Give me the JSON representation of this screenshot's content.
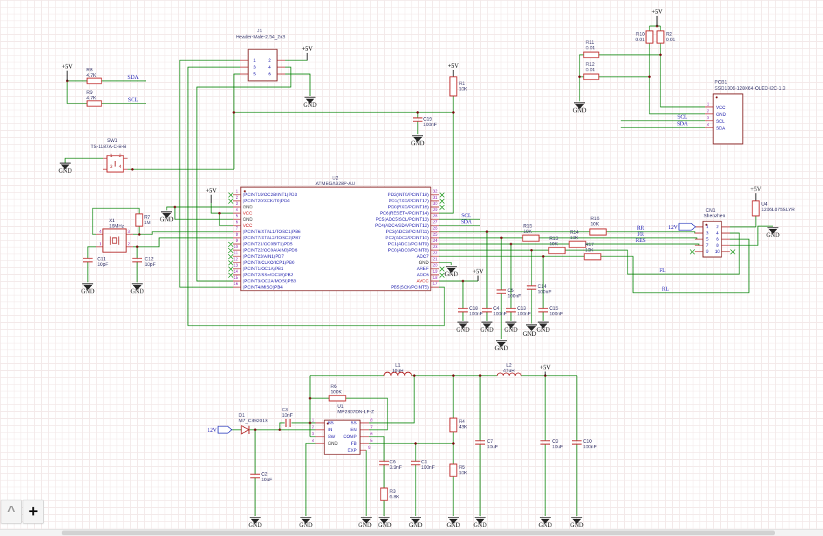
{
  "ui": {
    "collapse_button": "^",
    "zoom_in_button": "+"
  },
  "colors": {
    "wire": "#008000",
    "symbol_outline": "#b52a2a",
    "ic_outline": "#8d2828",
    "pin_name": "#2a2ab0",
    "pin_number": "#9a2fb5",
    "net_label": "#2525b5",
    "power_text": "#1a1a1a",
    "vcc_text": "#cc2222",
    "junction": "#7d1414",
    "no_connect_x": "#3aa63a"
  },
  "power": {
    "p5v": "+5V",
    "gnd": "GND",
    "v12": "12V"
  },
  "nets": {
    "sda": "SDA",
    "scl": "SCL",
    "rr": "RR",
    "fr": "FR",
    "res": "RES",
    "fl": "FL",
    "rl": "RL"
  },
  "components": {
    "r8": {
      "ref": "R8",
      "value": "4.7K"
    },
    "r9": {
      "ref": "R9",
      "value": "4.7K"
    },
    "sw1": {
      "ref": "SW1",
      "value": "TS-1187A-C-B-B",
      "pins": [
        "1",
        "2",
        "3",
        "4"
      ]
    },
    "j1": {
      "ref": "J1",
      "value": "Header-Male-2.54_2x3",
      "pins": [
        "1",
        "2",
        "3",
        "4",
        "5",
        "6"
      ]
    },
    "r1": {
      "ref": "R1",
      "value": "10K"
    },
    "c19": {
      "ref": "C19",
      "value": "100nF"
    },
    "r10": {
      "ref": "R10",
      "value": "0.01"
    },
    "r2": {
      "ref": "R2",
      "value": "0.01"
    },
    "r11": {
      "ref": "R11",
      "value": "0.01"
    },
    "r12": {
      "ref": "R12",
      "value": "0.01"
    },
    "pcb1": {
      "ref": "PCB1",
      "value": "SSD1306-128X64-OLED-I2C-1.3",
      "pins": [
        {
          "num": "1",
          "name": "VCC"
        },
        {
          "num": "2",
          "name": "GND"
        },
        {
          "num": "3",
          "name": "SCL"
        },
        {
          "num": "4",
          "name": "SDA"
        }
      ]
    },
    "u2": {
      "ref": "U2",
      "value": "ATMEGA328P-AU",
      "left_pins": [
        {
          "num": "1",
          "name": "(PCINT19/OC2B/INT1)PD3"
        },
        {
          "num": "2",
          "name": "(PCINT20/XCK/T0)PD4"
        },
        {
          "num": "3",
          "name": "GND"
        },
        {
          "num": "4",
          "name": "VCC"
        },
        {
          "num": "5",
          "name": "GND"
        },
        {
          "num": "6",
          "name": "VCC"
        },
        {
          "num": "7",
          "name": "(PCINT6/XTAL1/TOSC1)PB6"
        },
        {
          "num": "8",
          "name": "(PCINT7/XTAL2/TOSC2)PB7"
        },
        {
          "num": "9",
          "name": "(PCINT21/OC0B/T1)PD5"
        },
        {
          "num": "10",
          "name": "(PCINT22/OC0A/AIN0)PD6"
        },
        {
          "num": "11",
          "name": "(PCINT23/AIN1)PD7"
        },
        {
          "num": "12",
          "name": "(PCINT0/CLKO/ICP1)PB0"
        },
        {
          "num": "13",
          "name": "(PCINT1/OC1A)PB1"
        },
        {
          "num": "14",
          "name": "(PCINT2/SS=/OC1B)PB2"
        },
        {
          "num": "15",
          "name": "(PCINT3/OC2A/MOSI)PB3"
        },
        {
          "num": "16",
          "name": "(PCINT4/MISO)PB4"
        }
      ],
      "right_pins": [
        {
          "num": "32",
          "name": "PD2(INT0/PCINT18)"
        },
        {
          "num": "31",
          "name": "PD1(TXD/PCINT17)"
        },
        {
          "num": "30",
          "name": "PD0(RXD/PCINT16)"
        },
        {
          "num": "29",
          "name": "PC6(RESET=/PCINT14)"
        },
        {
          "num": "28",
          "name": "PC5(ADC5/SCL/PCINT13)"
        },
        {
          "num": "27",
          "name": "PC4(ADC4/SDA/PCINT12)"
        },
        {
          "num": "26",
          "name": "PC3(ADC3/PCINT11)"
        },
        {
          "num": "25",
          "name": "PC2(ADC2/PCINT10)"
        },
        {
          "num": "24",
          "name": "PC1(ADC1/PCINT9)"
        },
        {
          "num": "23",
          "name": "PC0(ADC0/PCINT8)"
        },
        {
          "num": "22",
          "name": "ADC7"
        },
        {
          "num": "21",
          "name": "GND"
        },
        {
          "num": "20",
          "name": "AREF"
        },
        {
          "num": "19",
          "name": "ADC6"
        },
        {
          "num": "18",
          "name": "AVCC"
        },
        {
          "num": "17",
          "name": "PB5(SCK/PCINT5)"
        }
      ]
    },
    "x1": {
      "ref": "X1",
      "value": "16MHz",
      "pins": [
        "4",
        "1",
        "3",
        "2"
      ]
    },
    "r7": {
      "ref": "R7",
      "value": "1M"
    },
    "c11": {
      "ref": "C11",
      "value": "10pF"
    },
    "c12": {
      "ref": "C12",
      "value": "10pF"
    },
    "r13": {
      "ref": "R13",
      "value": "10K"
    },
    "r14": {
      "ref": "R14",
      "value": "10K"
    },
    "r15": {
      "ref": "R15",
      "value": "10K"
    },
    "r16": {
      "ref": "R16",
      "value": "10K"
    },
    "r17": {
      "ref": "R17",
      "value": "10K"
    },
    "c4": {
      "ref": "C4",
      "value": "100nF"
    },
    "c5": {
      "ref": "C5",
      "value": "100nF"
    },
    "c13": {
      "ref": "C13",
      "value": "100nF"
    },
    "c14": {
      "ref": "C14",
      "value": "100nF"
    },
    "c15": {
      "ref": "C15",
      "value": "100nF"
    },
    "c18": {
      "ref": "C18",
      "value": "100nF"
    },
    "cn1": {
      "ref": "CN1",
      "value": "Shenzhen",
      "pins": [
        "1",
        "2",
        "3",
        "4",
        "5",
        "6",
        "7",
        "8",
        "9",
        "10"
      ]
    },
    "u4": {
      "ref": "U4",
      "value": "1206L075SLYR"
    },
    "u1": {
      "ref": "U1",
      "value": "MP2307DN-LF-Z",
      "left_pins": [
        {
          "num": "1",
          "name": "BS"
        },
        {
          "num": "2",
          "name": "IN"
        },
        {
          "num": "3",
          "name": "SW"
        },
        {
          "num": "4",
          "name": "GND"
        }
      ],
      "right_pins": [
        {
          "num": "8",
          "name": "SS"
        },
        {
          "num": "7",
          "name": "EN"
        },
        {
          "num": "6",
          "name": "COMP"
        },
        {
          "num": "5",
          "name": "FB"
        },
        {
          "num": "9",
          "name": "EXP"
        }
      ]
    },
    "d1": {
      "ref": "D1",
      "value": "M7_C392013"
    },
    "l1": {
      "ref": "L1",
      "value": "10uH"
    },
    "l2": {
      "ref": "L2",
      "value": "47uH"
    },
    "r3": {
      "ref": "R3",
      "value": "6.8K"
    },
    "r4": {
      "ref": "R4",
      "value": "43K"
    },
    "r5": {
      "ref": "R5",
      "value": "10K"
    },
    "r6": {
      "ref": "R6",
      "value": "100K"
    },
    "c1": {
      "ref": "C1",
      "value": "100nF"
    },
    "c2": {
      "ref": "C2",
      "value": "10uF"
    },
    "c3": {
      "ref": "C3",
      "value": "10nF"
    },
    "c6": {
      "ref": "C6",
      "value": "3.9nF"
    },
    "c7": {
      "ref": "C7",
      "value": "10uF"
    },
    "c9": {
      "ref": "C9",
      "value": "10uF"
    },
    "c10": {
      "ref": "C10",
      "value": "100nF"
    }
  }
}
